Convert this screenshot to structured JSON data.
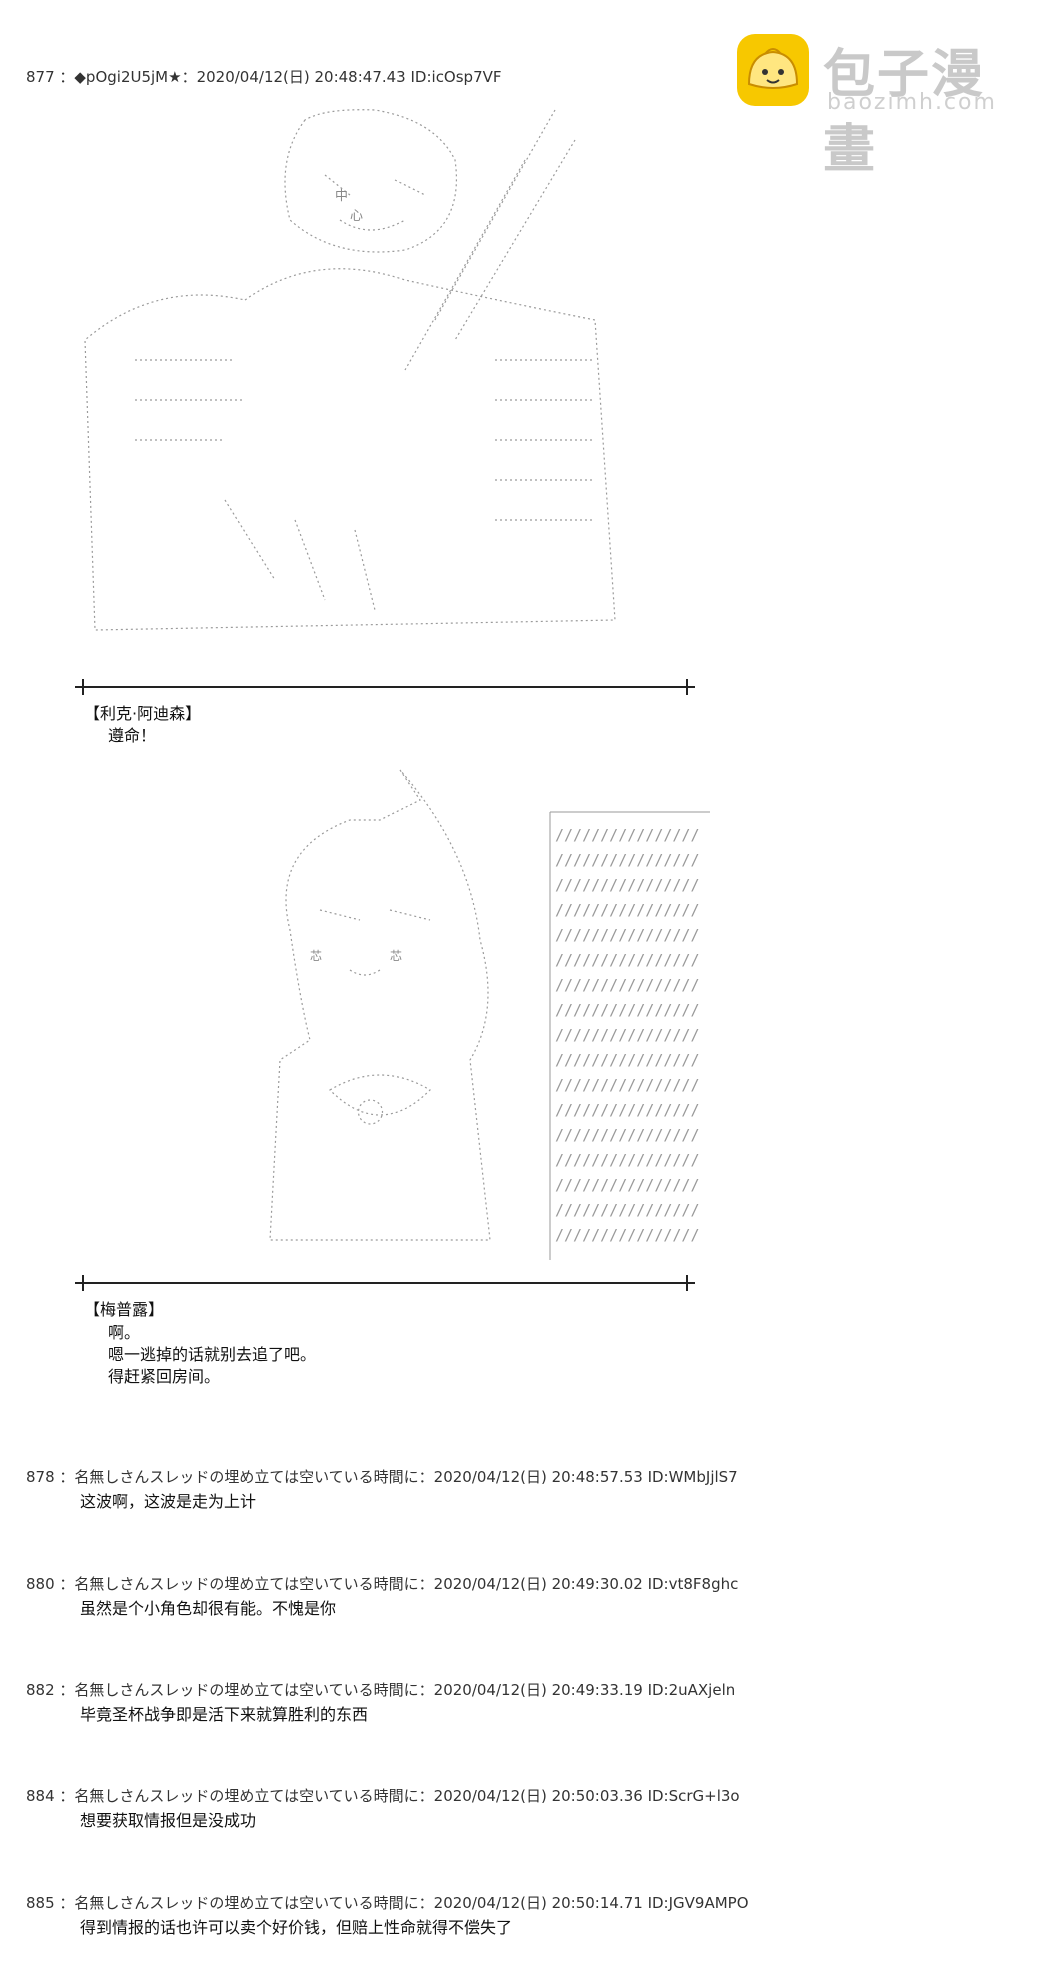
{
  "watermark": {
    "name": "包子漫畫",
    "url": "baozimh.com"
  },
  "op_post": {
    "header": "877 ：◆pOgi2U5jM★：2020/04/12(日) 20:48:47.43 ID:icOsp7VF"
  },
  "scene1": {
    "speaker": "【利克·阿迪森】",
    "lines": [
      "遵命！"
    ]
  },
  "scene2": {
    "speaker": "【梅普露】",
    "lines": [
      "啊。",
      "嗯一逃掉的话就别去追了吧。",
      "得赶紧回房间。"
    ]
  },
  "comments": [
    {
      "header": "878 ：名無しさんスレッドの埋め立ては空いている時間に：2020/04/12(日) 20:48:57.53 ID:WMbJjlS7",
      "body": "这波啊，这波是走为上计"
    },
    {
      "header": "880 ：名無しさんスレッドの埋め立ては空いている時間に：2020/04/12(日) 20:49:30.02 ID:vt8F8ghc",
      "body": "虽然是个小角色却很有能。不愧是你"
    },
    {
      "header": "882 ：名無しさんスレッドの埋め立ては空いている時間に：2020/04/12(日) 20:49:33.19 ID:2uAXjeln",
      "body": "毕竟圣杯战争即是活下来就算胜利的东西"
    },
    {
      "header": "884 ：名無しさんスレッドの埋め立ては空いている時間に：2020/04/12(日) 20:50:03.36 ID:ScrG+l3o",
      "body": "想要获取情报但是没成功"
    },
    {
      "header": "885 ：名無しさんスレッドの埋め立ては空いている時間に：2020/04/12(日) 20:50:14.71 ID:JGV9AMPO",
      "body": "得到情报的话也许可以卖个好价钱，但赔上性命就得不偿失了"
    }
  ]
}
